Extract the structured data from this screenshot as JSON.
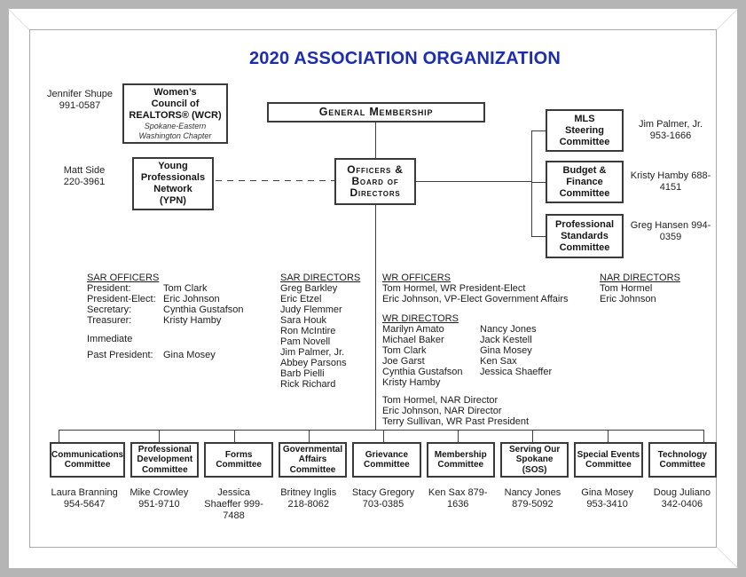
{
  "title": "2020 ASSOCIATION ORGANIZATION",
  "colors": {
    "title_blue": "#1c2dae",
    "line": "#3f3f3f",
    "frame_gray": "#b5b5b5"
  },
  "wcr": {
    "line1": "Women’s",
    "line2": "Council of",
    "line3": "REALTORS® (WCR)",
    "sub1": "Spokane-Eastern",
    "sub2": "Washington Chapter",
    "contact_name": "Jennifer Shupe",
    "contact_phone": "991-0587"
  },
  "general_membership": {
    "label": "General Membership"
  },
  "ypn": {
    "line1": "Young",
    "line2": "Professionals",
    "line3": "Network",
    "line4": "(YPN)",
    "contact_name": "Matt Side",
    "contact_phone": "220-3961"
  },
  "officers_board": {
    "line1": "Officers &",
    "line2": "Board of",
    "line3": "Directors"
  },
  "right_committees": [
    {
      "line1": "MLS",
      "line2": "Steering",
      "line3": "Committee",
      "contact_name": "Jim Palmer, Jr.",
      "contact_phone": "953-1666"
    },
    {
      "line1": "Budget &",
      "line2": "Finance",
      "line3": "Committee",
      "contact_name": "Kristy Hamby",
      "contact_phone": "688-4151"
    },
    {
      "line1": "Professional",
      "line2": "Standards",
      "line3": "Committee",
      "contact_name": "Greg Hansen",
      "contact_phone": "994-0359"
    }
  ],
  "sar_officers": {
    "heading": "SAR OFFICERS",
    "rows": [
      {
        "role": "President:",
        "name": "Tom Clark"
      },
      {
        "role": "President-Elect:",
        "name": "Eric Johnson"
      },
      {
        "role": "Secretary:",
        "name": "Cynthia Gustafson"
      },
      {
        "role": "Treasurer:",
        "name": "Kristy Hamby"
      }
    ],
    "immediate": "Immediate",
    "past": {
      "role": "Past President:",
      "name": "Gina Mosey"
    }
  },
  "sar_directors": {
    "heading": "SAR DIRECTORS",
    "names": [
      "Greg Barkley",
      "Eric Etzel",
      "Judy Flemmer",
      "Sara Houk",
      "Ron McIntire",
      "Pam Novell",
      "Jim Palmer, Jr.",
      "Abbey Parsons",
      "Barb Pielli",
      "Rick Richard"
    ]
  },
  "wr_officers": {
    "heading": "WR OFFICERS",
    "lines": [
      "Tom Hormel, WR President-Elect",
      "Eric Johnson, VP-Elect Government Affairs"
    ]
  },
  "wr_directors": {
    "heading": "WR DIRECTORS",
    "col1": [
      "Marilyn Amato",
      "Michael Baker",
      "Tom Clark",
      "Joe Garst",
      "Cynthia Gustafson",
      "Kristy Hamby"
    ],
    "col2": [
      "Nancy Jones",
      "Jack Kestell",
      "Gina Mosey",
      "Ken Sax",
      "Jessica Shaeffer"
    ],
    "extra": [
      "Tom Hormel, NAR Director",
      "Eric Johnson, NAR Director",
      "Terry Sullivan, WR Past President"
    ]
  },
  "nar_directors": {
    "heading": "NAR DIRECTORS",
    "names": [
      "Tom Hormel",
      "Eric Johnson"
    ]
  },
  "committees": [
    {
      "line1": "Communications",
      "line2": "Committee",
      "chair": "Laura Branning",
      "phone": "954-5647"
    },
    {
      "line1": "Professional",
      "line2": "Development",
      "line3": "Committee",
      "chair": "Mike Crowley",
      "phone": "951-9710"
    },
    {
      "line1": "Forms",
      "line2": "Committee",
      "chair": "Jessica Shaeffer",
      "phone": "999-7488"
    },
    {
      "line1": "Governmental",
      "line2": "Affairs",
      "line3": "Committee",
      "chair": "Britney Inglis",
      "phone": "218-8062"
    },
    {
      "line1": "Grievance",
      "line2": "Committee",
      "chair": "Stacy Gregory",
      "phone": "703-0385"
    },
    {
      "line1": "Membership",
      "line2": "Committee",
      "chair": "Ken Sax",
      "phone": "879-1636"
    },
    {
      "line1": "Serving Our",
      "line2": "Spokane",
      "line3": "(SOS)",
      "chair": "Nancy Jones",
      "phone": "879-5092"
    },
    {
      "line1": "Special Events",
      "line2": "Committee",
      "chair": "Gina Mosey",
      "phone": "953-3410"
    },
    {
      "line1": "Technology",
      "line2": "Committee",
      "chair": "Doug Juliano",
      "phone": "342-0406"
    }
  ]
}
